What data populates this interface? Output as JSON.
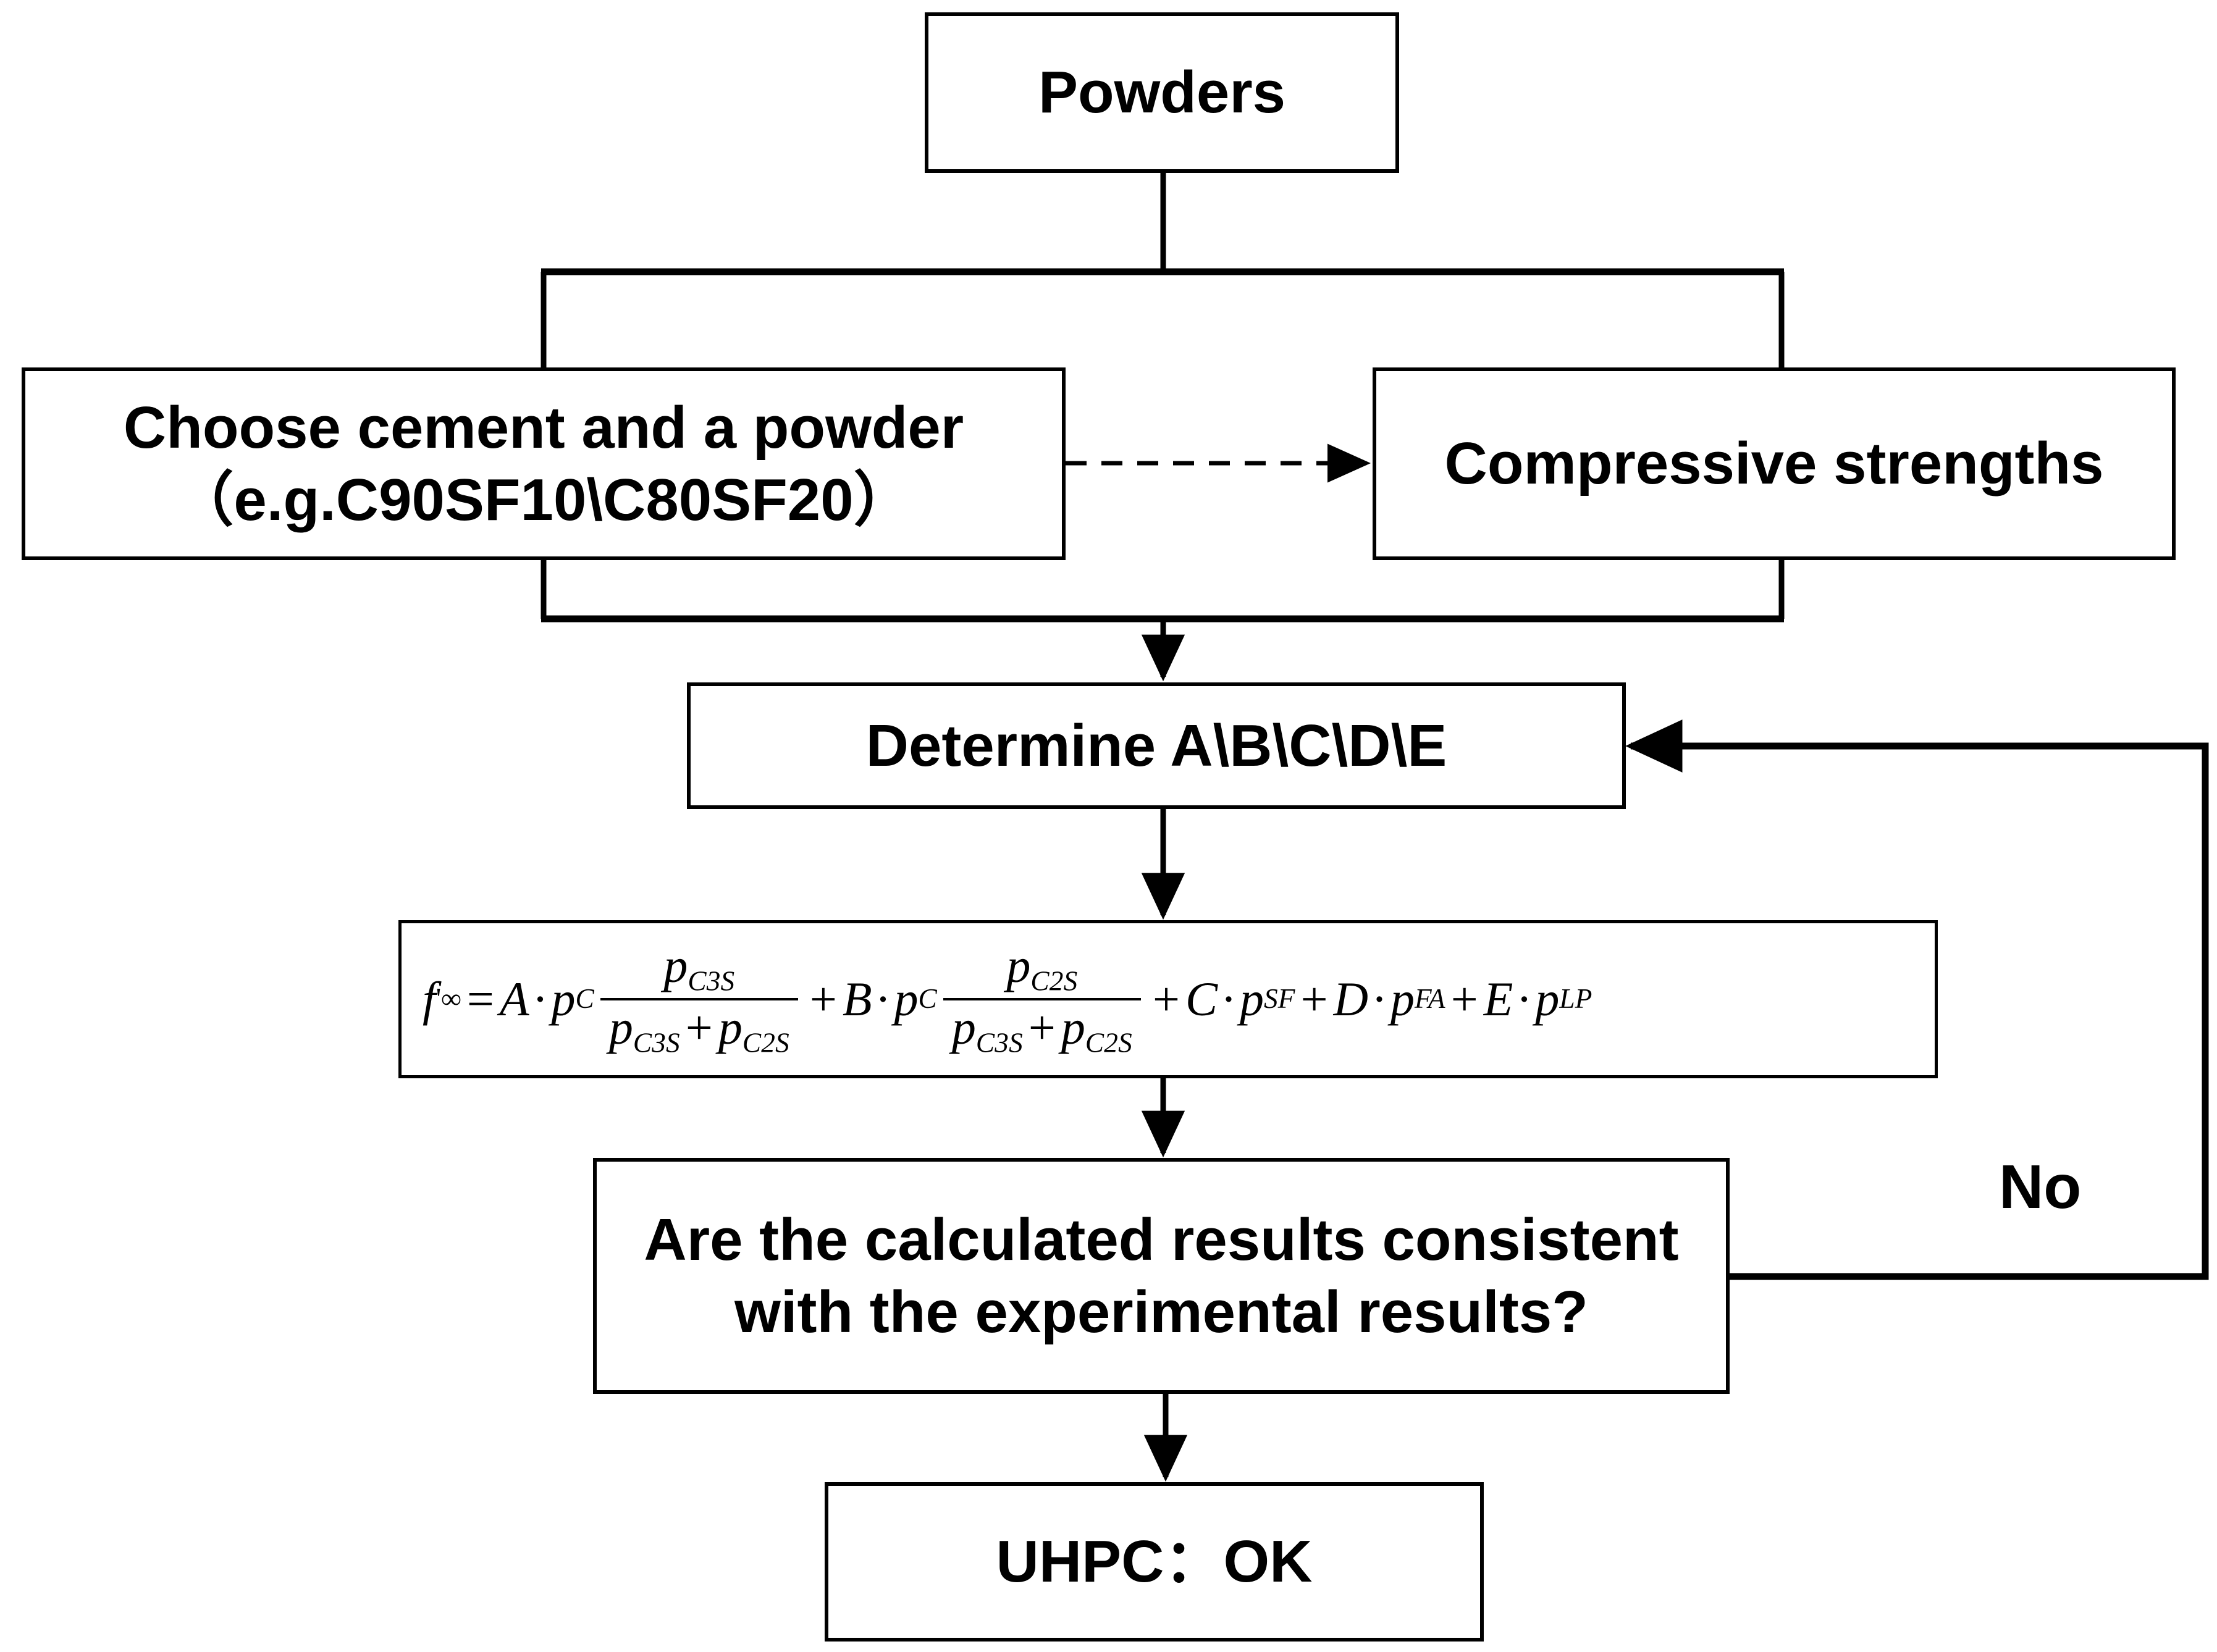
{
  "diagram": {
    "title": "UHPC powder-model determination flowchart",
    "colors": {
      "stroke": "#000000",
      "fill": "#ffffff",
      "text": "#000000"
    },
    "nodes": {
      "powders": {
        "label": "Powders"
      },
      "choose": {
        "label": "Choose cement and a powder\n（e.g.C90SF10\\C80SF20）"
      },
      "strengths": {
        "label": "Compressive strengths"
      },
      "determine": {
        "label": "Determine A\\B\\C\\D\\E"
      },
      "decision": {
        "label": "Are the calculated results consistent\nwith the experimental results?"
      },
      "uhpc": {
        "label": "UHPC：OK"
      }
    },
    "formula": {
      "plain_text": "f'∞ = A · pC · (pC3S / (pC3S + pC2S)) + B · pC · (pC2S / (pC3S + pC2S)) + C · pSF + D · pFA + E · pLP",
      "lhs_symbol": "f",
      "lhs_sub": "∞",
      "lhs_sup": "'",
      "equals": "=",
      "terms": [
        {
          "coef": "A",
          "factor_base": "p",
          "factor_sub": "C",
          "frac_num_base": "p",
          "frac_num_sub": "C3S",
          "frac_den_left_base": "p",
          "frac_den_left_sub": "C3S",
          "frac_den_op": "+",
          "frac_den_right_base": "p",
          "frac_den_right_sub": "C2S"
        },
        {
          "coef": "B",
          "factor_base": "p",
          "factor_sub": "C",
          "frac_num_base": "p",
          "frac_num_sub": "C2S",
          "frac_den_left_base": "p",
          "frac_den_left_sub": "C3S",
          "frac_den_op": "+",
          "frac_den_right_base": "p",
          "frac_den_right_sub": "C2S"
        },
        {
          "coef": "C",
          "factor_base": "p",
          "factor_sub": "SF"
        },
        {
          "coef": "D",
          "factor_base": "p",
          "factor_sub": "FA"
        },
        {
          "coef": "E",
          "factor_base": "p",
          "factor_sub": "LP"
        }
      ],
      "plus": "+",
      "dot": "·"
    },
    "edges": {
      "no_label": "No",
      "list": [
        {
          "from": "powders",
          "to": "split-bar",
          "style": "solid",
          "arrow": false
        },
        {
          "from": "split-bar",
          "to": "choose",
          "style": "solid",
          "arrow": false
        },
        {
          "from": "split-bar",
          "to": "strengths",
          "style": "solid",
          "arrow": false
        },
        {
          "from": "choose",
          "to": "strengths",
          "style": "dashed",
          "arrow": true
        },
        {
          "from": "choose",
          "to": "merge-bar",
          "style": "solid",
          "arrow": false
        },
        {
          "from": "strengths",
          "to": "merge-bar",
          "style": "solid",
          "arrow": false
        },
        {
          "from": "merge-bar",
          "to": "determine",
          "style": "solid",
          "arrow": true
        },
        {
          "from": "determine",
          "to": "formula",
          "style": "solid",
          "arrow": true
        },
        {
          "from": "formula",
          "to": "decision",
          "style": "solid",
          "arrow": true
        },
        {
          "from": "decision",
          "to": "uhpc",
          "style": "solid",
          "arrow": true
        },
        {
          "from": "decision",
          "to": "determine",
          "style": "solid",
          "arrow": true,
          "label": "No"
        }
      ]
    }
  }
}
